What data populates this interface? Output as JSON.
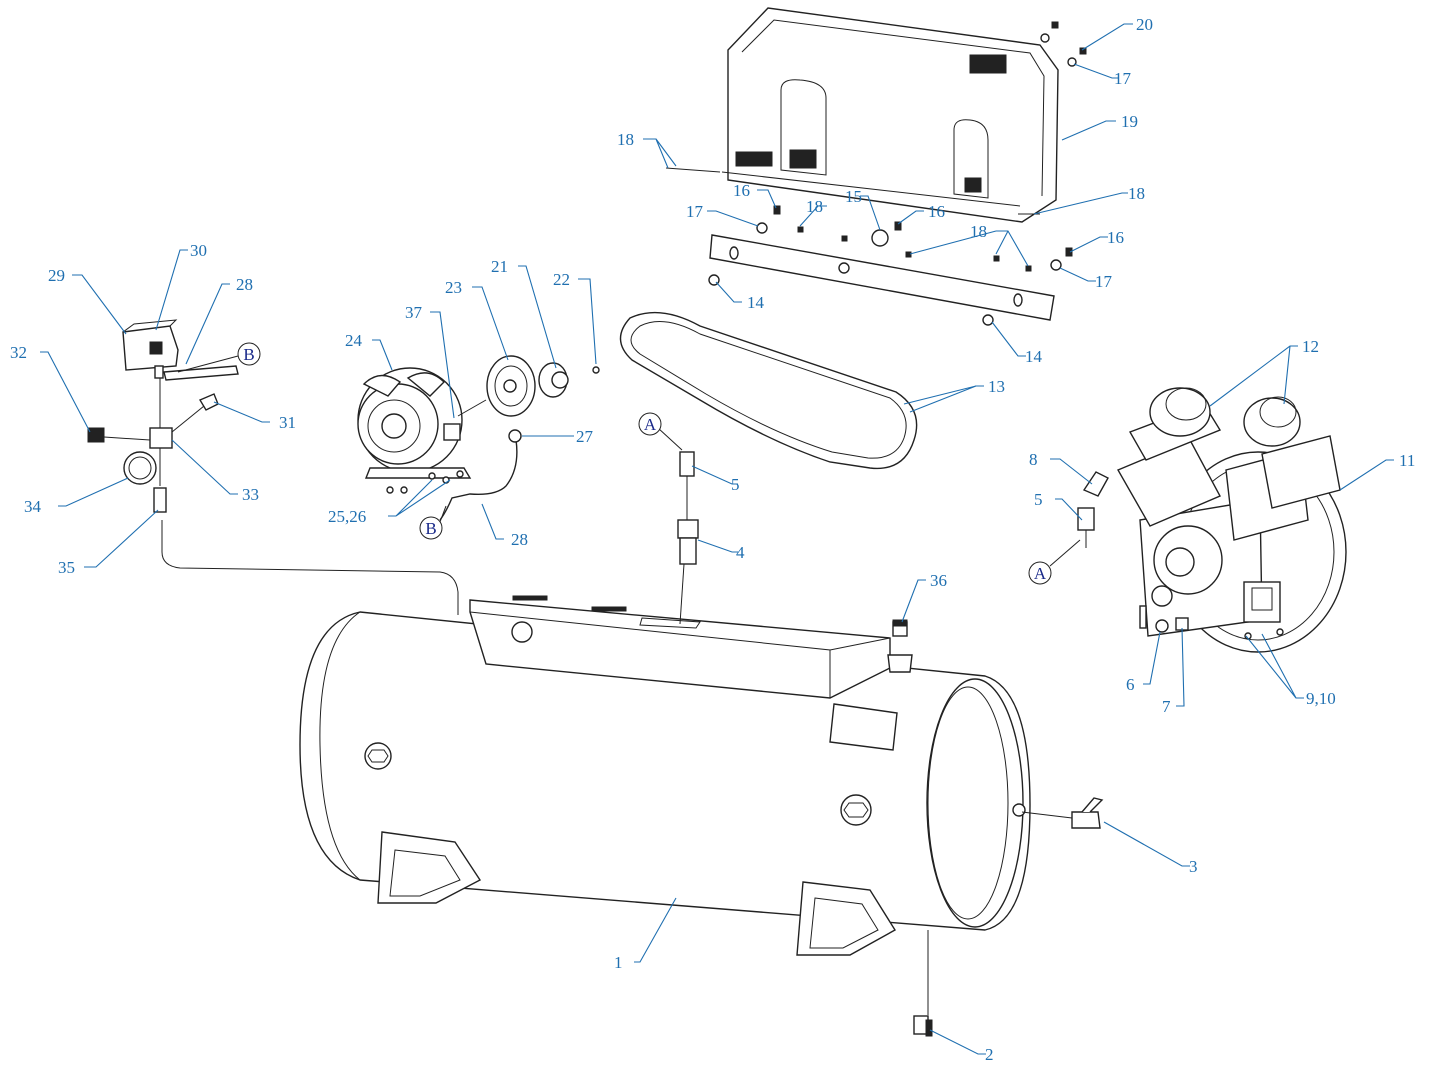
{
  "callouts": [
    {
      "id": "c1",
      "text": "1"
    },
    {
      "id": "c2",
      "text": "2"
    },
    {
      "id": "c3",
      "text": "3"
    },
    {
      "id": "c4",
      "text": "4"
    },
    {
      "id": "c5a",
      "text": "5"
    },
    {
      "id": "c5b",
      "text": "5"
    },
    {
      "id": "c6",
      "text": "6"
    },
    {
      "id": "c7",
      "text": "7"
    },
    {
      "id": "c8",
      "text": "8"
    },
    {
      "id": "c910",
      "text": "9,10"
    },
    {
      "id": "c11",
      "text": "11"
    },
    {
      "id": "c12",
      "text": "12"
    },
    {
      "id": "c13",
      "text": "13"
    },
    {
      "id": "c14a",
      "text": "14"
    },
    {
      "id": "c14b",
      "text": "14"
    },
    {
      "id": "c15",
      "text": "15"
    },
    {
      "id": "c16a",
      "text": "16"
    },
    {
      "id": "c16b",
      "text": "16"
    },
    {
      "id": "c16c",
      "text": "16"
    },
    {
      "id": "c17a",
      "text": "17"
    },
    {
      "id": "c17b",
      "text": "17"
    },
    {
      "id": "c17c",
      "text": "17"
    },
    {
      "id": "c18a",
      "text": "18"
    },
    {
      "id": "c18b",
      "text": "18"
    },
    {
      "id": "c18c",
      "text": "18"
    },
    {
      "id": "c18d",
      "text": "18"
    },
    {
      "id": "c19",
      "text": "19"
    },
    {
      "id": "c20",
      "text": "20"
    },
    {
      "id": "c21",
      "text": "21"
    },
    {
      "id": "c22",
      "text": "22"
    },
    {
      "id": "c23",
      "text": "23"
    },
    {
      "id": "c24",
      "text": "24"
    },
    {
      "id": "c2526",
      "text": "25,26"
    },
    {
      "id": "c27",
      "text": "27"
    },
    {
      "id": "c28a",
      "text": "28"
    },
    {
      "id": "c28b",
      "text": "28"
    },
    {
      "id": "c29",
      "text": "29"
    },
    {
      "id": "c30",
      "text": "30"
    },
    {
      "id": "c31",
      "text": "31"
    },
    {
      "id": "c32",
      "text": "32"
    },
    {
      "id": "c33",
      "text": "33"
    },
    {
      "id": "c34",
      "text": "34"
    },
    {
      "id": "c35",
      "text": "35"
    },
    {
      "id": "c36",
      "text": "36"
    },
    {
      "id": "c37",
      "text": "37"
    }
  ],
  "connectors": [
    {
      "id": "ka1",
      "text": "A"
    },
    {
      "id": "ka2",
      "text": "A"
    },
    {
      "id": "kb1",
      "text": "B"
    },
    {
      "id": "kb2",
      "text": "B"
    }
  ],
  "colors": {
    "label": "#1f6fb0",
    "connector_text": "#1a2a8a",
    "line": "#222222"
  }
}
